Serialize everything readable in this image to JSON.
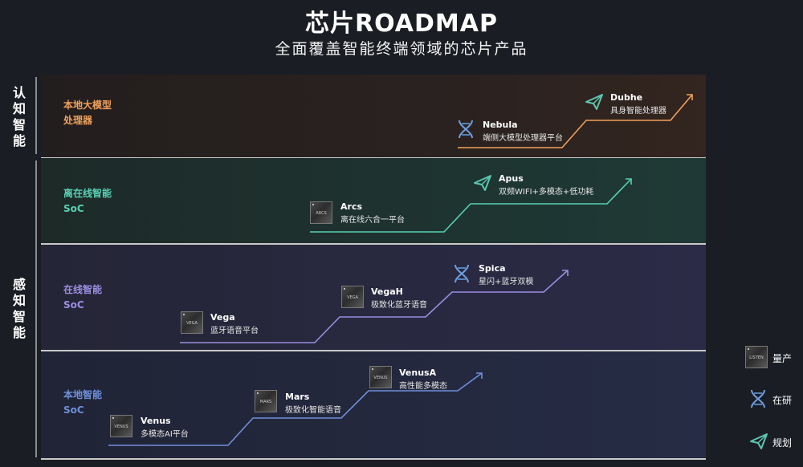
{
  "header": {
    "title": "芯片ROADMAP",
    "subtitle": "全面覆盖智能终端领域的芯片产品"
  },
  "groups": {
    "cognitive": "认知智能",
    "perceptive": "感知智能"
  },
  "bands": [
    {
      "line1": "本地大模型",
      "line2": "处理器",
      "color": "#f0a15a"
    },
    {
      "line1": "离在线智能",
      "line2": "SoC",
      "color": "#59d0b4"
    },
    {
      "line1": "在线智能",
      "line2": "SoC",
      "color": "#9b8ee0"
    },
    {
      "line1": "本地智能",
      "line2": "SoC",
      "color": "#6f8fd9"
    }
  ],
  "products": {
    "nebula": {
      "name": "Nebula",
      "desc": "端侧大模型处理器平台",
      "status": "在研"
    },
    "dubhe": {
      "name": "Dubhe",
      "desc": "具身智能处理器",
      "status": "规划"
    },
    "arcs": {
      "name": "Arcs",
      "desc": "离在线六合一平台",
      "status": "量产",
      "chip_text": "ARCS"
    },
    "apus": {
      "name": "Apus",
      "desc": "双频WIFI+多模态+低功耗",
      "status": "规划"
    },
    "vega": {
      "name": "Vega",
      "desc": "蓝牙语音平台",
      "status": "量产",
      "chip_text": "VEGA"
    },
    "vegah": {
      "name": "VegaH",
      "desc": "极致化蓝牙语音",
      "status": "量产",
      "chip_text": "VEGA"
    },
    "spica": {
      "name": "Spica",
      "desc": "星闪+蓝牙双模",
      "status": "在研"
    },
    "venus": {
      "name": "Venus",
      "desc": "多模态AI平台",
      "status": "量产",
      "chip_text": "VENUS"
    },
    "mars": {
      "name": "Mars",
      "desc": "极致化智能语音",
      "status": "量产",
      "chip_text": "MARS"
    },
    "venusa": {
      "name": "VenusA",
      "desc": "高性能多模态",
      "status": "量产",
      "chip_text": "VENUS"
    }
  },
  "legend": {
    "mass_production": "量产",
    "in_development": "在研",
    "planned": "规划",
    "chip_text": "LISTEN"
  },
  "colors": {
    "orange": "#f0a15a",
    "teal": "#59d0b4",
    "purple": "#9b8ee0",
    "blue": "#6f8fd9",
    "dna_icon": "#6d9fe0",
    "plane_icon": "#5cc6b0"
  }
}
